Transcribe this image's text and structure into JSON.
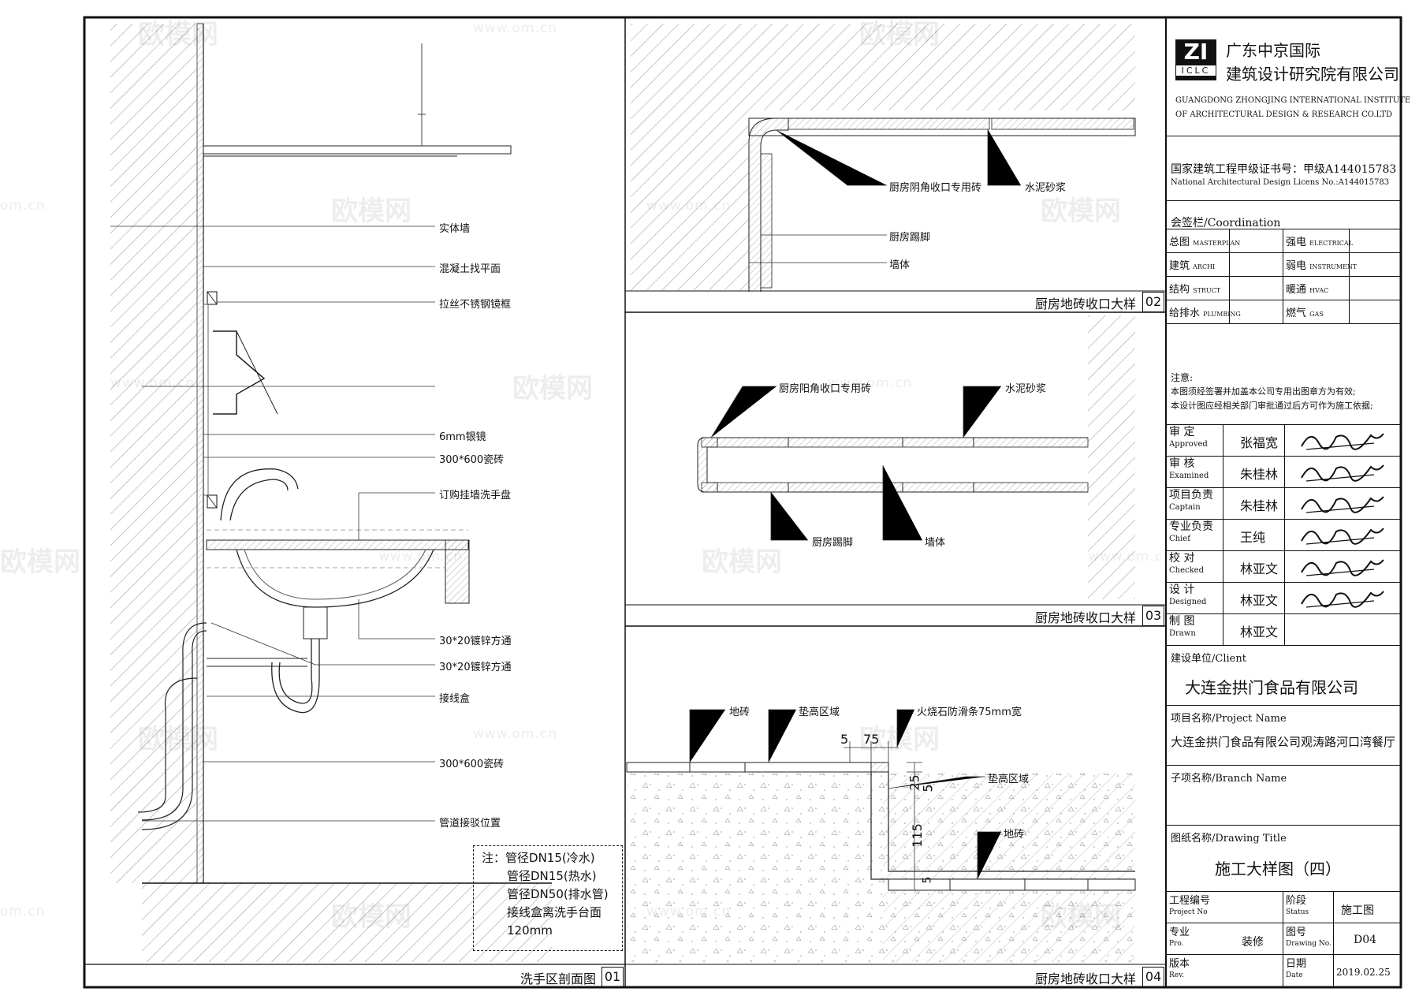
{
  "watermark": {
    "brand": "欧模网",
    "url": "www.om.cn",
    "url_short": "om.cn"
  },
  "panel1": {
    "labels": [
      "实体墙",
      "混凝土找平面",
      "拉丝不锈钢镜框",
      "6mm银镜",
      "300*600瓷砖",
      "订购挂墙洗手盘",
      "30*20镀锌方通",
      "30*20镀锌方通",
      "接线盒",
      "300*600瓷砖",
      "管道接驳位置"
    ],
    "caption": "洗手区剖面图",
    "number": "01",
    "note": {
      "title": "注：",
      "lines": [
        "管径DN15(冷水)",
        "管径DN15(热水)",
        "管径DN50(排水管)",
        "接线盒离洗手台面",
        "120mm"
      ]
    }
  },
  "panel2": {
    "labels": [
      "厨房阴角收口专用砖",
      "水泥砂浆",
      "厨房踢脚",
      "墙体"
    ],
    "caption": "厨房地砖收口大样",
    "number": "02"
  },
  "panel3": {
    "labels": [
      "厨房阳角收口专用砖",
      "水泥砂浆",
      "厨房踢脚",
      "墙体"
    ],
    "caption": "厨房地砖收口大样",
    "number": "03"
  },
  "panel4": {
    "labels": [
      "地砖",
      "垫高区域",
      "火烧石防滑条75mm宽",
      "垫高区域",
      "地砖"
    ],
    "dims": [
      "5",
      "75",
      "25",
      "5",
      "115",
      "5"
    ],
    "caption": "厨房地砖收口大样",
    "number": "04"
  },
  "title_block": {
    "logo_top": "ZI",
    "logo_bottom": "ICLC",
    "company_cn_1": "广东中京国际",
    "company_cn_2": "建筑设计研究院有限公司",
    "company_en_1": "GUANGDONG ZHONGJING INTERNATIONAL INSTITUTE",
    "company_en_2": "OF ARCHITECTURAL DESIGN & RESEARCH CO.LTD",
    "license_cn": "国家建筑工程甲级证书号：甲级A144015783",
    "license_en": "National Architectural Design Licens No.:A144015783",
    "coordination": "会签栏/Coordination",
    "coord_items": [
      {
        "cn": "总图",
        "en": "MASTERPLAN"
      },
      {
        "cn": "强电",
        "en": "ELECTRICAL"
      },
      {
        "cn": "建筑",
        "en": "ARCHI"
      },
      {
        "cn": "弱电",
        "en": "INSTRUMENT"
      },
      {
        "cn": "结构",
        "en": "STRUCT"
      },
      {
        "cn": "暖通",
        "en": "HVAC"
      },
      {
        "cn": "给排水",
        "en": "PLUMBING"
      },
      {
        "cn": "燃气",
        "en": "GAS"
      }
    ],
    "notes_title": "注意:",
    "notes_1": "本图须经签署并加盖本公司专用出图章方为有效;",
    "notes_2": "本设计图应经相关部门审批通过后方可作为施工依据;",
    "signoff": [
      {
        "cn": "审 定",
        "en": "Approved",
        "name": "张福宽"
      },
      {
        "cn": "审 核",
        "en": "Examined",
        "name": "朱桂林"
      },
      {
        "cn": "项目负责",
        "en": "Captain",
        "name": "朱桂林"
      },
      {
        "cn": "专业负责",
        "en": "Chief",
        "name": "王纯"
      },
      {
        "cn": "校 对",
        "en": "Checked",
        "name": "林亚文"
      },
      {
        "cn": "设 计",
        "en": "Designed",
        "name": "林亚文"
      },
      {
        "cn": "制 图",
        "en": "Drawn",
        "name": "林亚文"
      }
    ],
    "client_label": "建设单位/Client",
    "client": "大连金拱门食品有限公司",
    "project_label": "项目名称/Project Name",
    "project": "大连金拱门食品有限公司观涛路河口湾餐厅",
    "branch_label": "子项名称/Branch Name",
    "drawing_title_label": "图纸名称/Drawing Title",
    "drawing_title": "施工大样图（四）",
    "project_no_label": "工程编号",
    "project_no_en": "Project No",
    "status_label": "阶段",
    "status_en": "Status",
    "status": "施工图",
    "pro_label": "专业",
    "pro_en": "Pro.",
    "pro": "装修",
    "drawing_no_label": "图号",
    "drawing_no_en": "Drawing No.",
    "drawing_no": "D04",
    "rev_label": "版本",
    "rev_en": "Rev.",
    "date_label": "日期",
    "date_en": "Date",
    "date": "2019.02.25"
  }
}
